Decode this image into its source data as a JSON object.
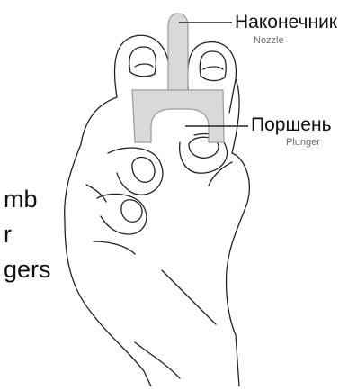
{
  "labels": {
    "nozzle": {
      "ru": "Наконечник",
      "en": "Nozzle"
    },
    "plunger": {
      "ru": "Поршень",
      "en": "Plunger"
    }
  },
  "cropped_side_text": [
    "mb",
    "r",
    "gers"
  ],
  "colors": {
    "device_fill": "#d9d9d9",
    "device_stroke": "#9a9a9a",
    "hand_stroke": "#222222",
    "leader_line": "#222222"
  }
}
